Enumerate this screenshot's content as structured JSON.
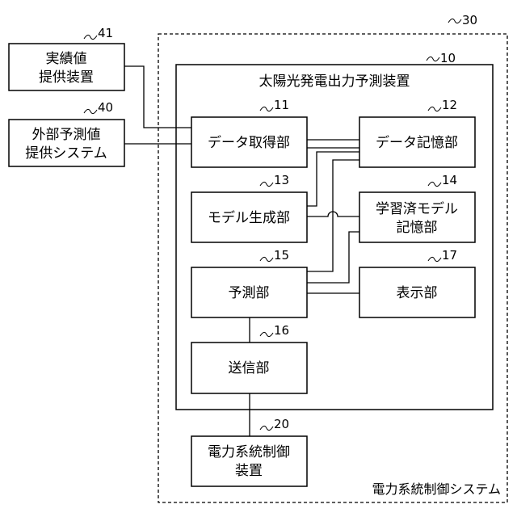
{
  "system": {
    "label": "電力系統制御システム",
    "ref": "30"
  },
  "apparatus": {
    "label": "太陽光発電出力予測装置",
    "ref": "10"
  },
  "blocks": {
    "actual_provider": {
      "lines": [
        "実績値",
        "提供装置"
      ],
      "ref": "41"
    },
    "external_forecast": {
      "lines": [
        "外部予測値",
        "提供システム"
      ],
      "ref": "40"
    },
    "data_acquisition": {
      "lines": [
        "データ取得部"
      ],
      "ref": "11"
    },
    "data_storage": {
      "lines": [
        "データ記憶部"
      ],
      "ref": "12"
    },
    "model_generation": {
      "lines": [
        "モデル生成部"
      ],
      "ref": "13"
    },
    "trained_model_storage": {
      "lines": [
        "学習済モデル",
        "記憶部"
      ],
      "ref": "14"
    },
    "prediction": {
      "lines": [
        "予測部"
      ],
      "ref": "15"
    },
    "display": {
      "lines": [
        "表示部"
      ],
      "ref": "17"
    },
    "transmission": {
      "lines": [
        "送信部"
      ],
      "ref": "16"
    },
    "grid_control": {
      "lines": [
        "電力系統制御",
        "装置"
      ],
      "ref": "20"
    }
  }
}
